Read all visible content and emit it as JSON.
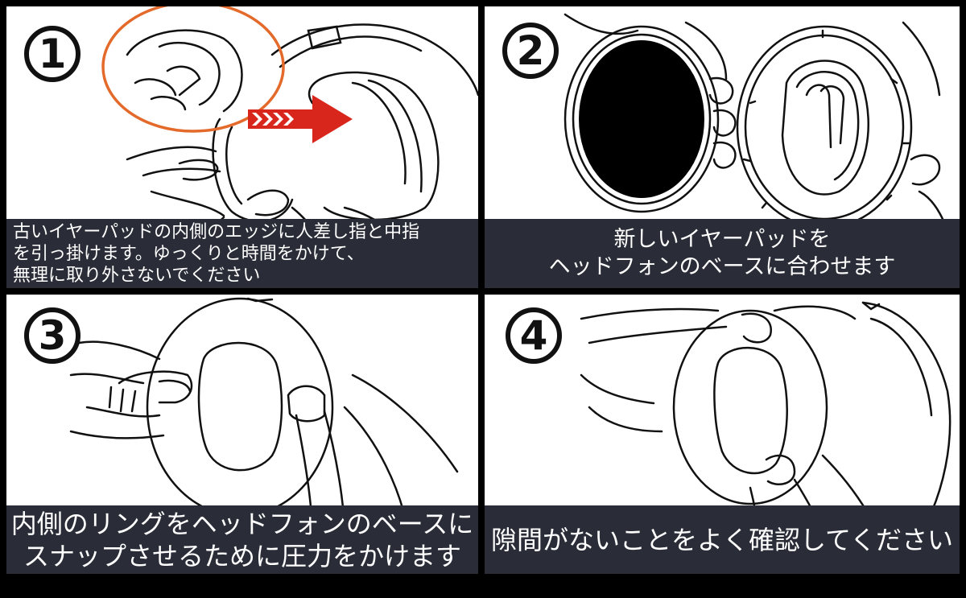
{
  "steps": [
    {
      "number": "1",
      "caption_lines": [
        "古いイヤーパッドの内側のエッジに人差し指と中指",
        "を引っ掛けます。ゆっくりと時間をかけて、",
        "無理に取り外さないでください"
      ]
    },
    {
      "number": "2",
      "caption_lines": [
        "新しいイヤーパッドを",
        "ヘッドフォンのベースに合わせます"
      ]
    },
    {
      "number": "3",
      "caption_lines": [
        "内側のリングをヘッドフォンのベースに",
        "スナップさせるために圧力をかけます"
      ]
    },
    {
      "number": "4",
      "caption_lines": [
        "隙間がないことをよく確認してください"
      ]
    }
  ],
  "colors": {
    "caption_background": "#2a2d37",
    "caption_text": "#ffffff",
    "highlight_circle": "#e36a2a",
    "arrow_red": "#d9261c",
    "line_art": "#111111"
  }
}
